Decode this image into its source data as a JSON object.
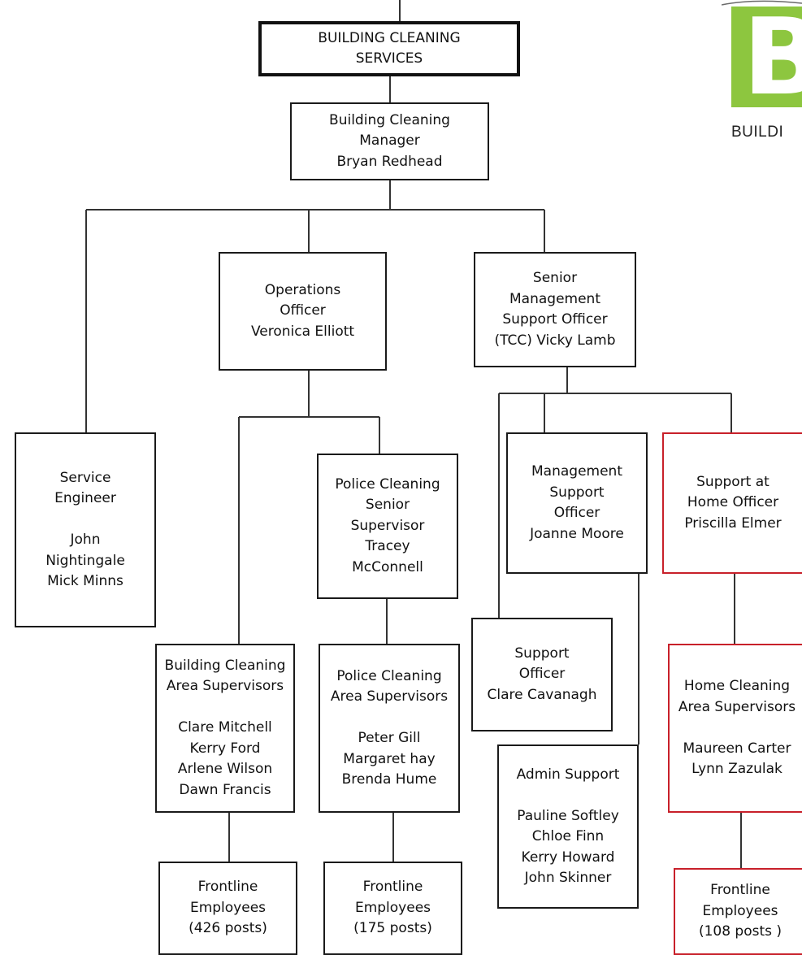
{
  "logo": {
    "letter": "B",
    "text": "BUILDI",
    "color": "#8dc63f"
  },
  "boxes": {
    "root": {
      "lines": [
        "BUILDING CLEANING",
        "SERVICES"
      ]
    },
    "manager": {
      "lines": [
        "Building Cleaning",
        "Manager",
        "Bryan Redhead"
      ]
    },
    "operations_officer": {
      "lines": [
        "Operations",
        "Officer",
        "Veronica Elliott"
      ]
    },
    "senior_mgmt_support": {
      "lines": [
        "Senior",
        "Management",
        "Support Officer",
        "(TCC) Vicky Lamb"
      ]
    },
    "service_engineer": {
      "lines": [
        "Service",
        "Engineer",
        "",
        "John",
        "Nightingale",
        "Mick Minns"
      ]
    },
    "police_senior_supervisor": {
      "lines": [
        "Police Cleaning",
        "Senior",
        "Supervisor",
        "Tracey",
        "McConnell"
      ]
    },
    "mgmt_support_officer": {
      "lines": [
        "Management",
        "Support",
        "Officer",
        "Joanne Moore"
      ]
    },
    "support_at_home": {
      "lines": [
        "Support at",
        "Home Officer",
        "Priscilla Elmer"
      ]
    },
    "building_area_supervisors": {
      "lines": [
        "Building Cleaning",
        "Area Supervisors",
        "",
        "Clare Mitchell",
        "Kerry Ford",
        "Arlene Wilson",
        "Dawn Francis"
      ]
    },
    "police_area_supervisors": {
      "lines": [
        "Police Cleaning",
        "Area Supervisors",
        "",
        "Peter Gill",
        "Margaret hay",
        "Brenda Hume"
      ]
    },
    "support_officer": {
      "lines": [
        "Support",
        "Officer",
        "Clare Cavanagh"
      ]
    },
    "admin_support": {
      "lines": [
        "Admin Support",
        "",
        "Pauline Softley",
        "Chloe Finn",
        "Kerry Howard",
        "John Skinner"
      ]
    },
    "home_area_supervisors": {
      "lines": [
        "Home Cleaning",
        "Area Supervisors",
        "",
        "Maureen Carter",
        "Lynn Zazulak"
      ]
    },
    "frontline_building": {
      "lines": [
        "Frontline",
        "Employees",
        "(426 posts)"
      ]
    },
    "frontline_police": {
      "lines": [
        "Frontline",
        "Employees",
        "(175 posts)"
      ]
    },
    "frontline_home": {
      "lines": [
        "Frontline",
        "Employees",
        "(108 posts )"
      ]
    }
  },
  "colors": {
    "line": "#333333",
    "red_border": "#c8202a",
    "logo_green": "#8dc63f"
  }
}
